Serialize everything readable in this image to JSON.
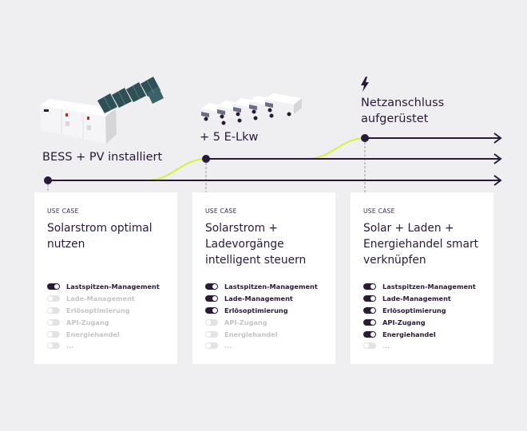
{
  "milestones": {
    "m1": "BESS + PV installiert",
    "m2": "+ 5 E-Lkw",
    "m3": "Netzanschluss aufgerüstet"
  },
  "icons": {
    "m1": [
      "battery-storage-icon",
      "solar-panel-icon"
    ],
    "m2": "electric-truck-icon",
    "m3": "lightning-bolt-icon"
  },
  "colors": {
    "accent": "#d4f23a",
    "dark": "#2a1938",
    "inactive": "#c4c4c9",
    "background": "#efeff1"
  },
  "cards": [
    {
      "kicker": "USE CASE",
      "title": "Solarstrom optimal\nnutzen",
      "features": [
        {
          "label": "Lastspitzen-Management",
          "active": true
        },
        {
          "label": "Lade-Management",
          "active": false
        },
        {
          "label": "Erlösoptimierung",
          "active": false
        },
        {
          "label": "API-Zugang",
          "active": false
        },
        {
          "label": "Energiehandel",
          "active": false
        },
        {
          "label": "...",
          "active": false
        }
      ]
    },
    {
      "kicker": "USE CASE",
      "title": "Solarstrom +\nLadevorgänge\nintelligent steuern",
      "features": [
        {
          "label": "Lastspitzen-Management",
          "active": true
        },
        {
          "label": "Lade-Management",
          "active": true
        },
        {
          "label": "Erlösoptimierung",
          "active": true
        },
        {
          "label": "API-Zugang",
          "active": false
        },
        {
          "label": "Energiehandel",
          "active": false
        },
        {
          "label": "...",
          "active": false
        }
      ]
    },
    {
      "kicker": "USE CASE",
      "title": "Solar + Laden +\nEnergiehandel smart\nverknüpfen",
      "features": [
        {
          "label": "Lastspitzen-Management",
          "active": true
        },
        {
          "label": "Lade-Management",
          "active": true
        },
        {
          "label": "Erlösoptimierung",
          "active": true
        },
        {
          "label": "API-Zugang",
          "active": true
        },
        {
          "label": "Energiehandel",
          "active": true
        },
        {
          "label": "...",
          "active": false
        }
      ]
    }
  ]
}
